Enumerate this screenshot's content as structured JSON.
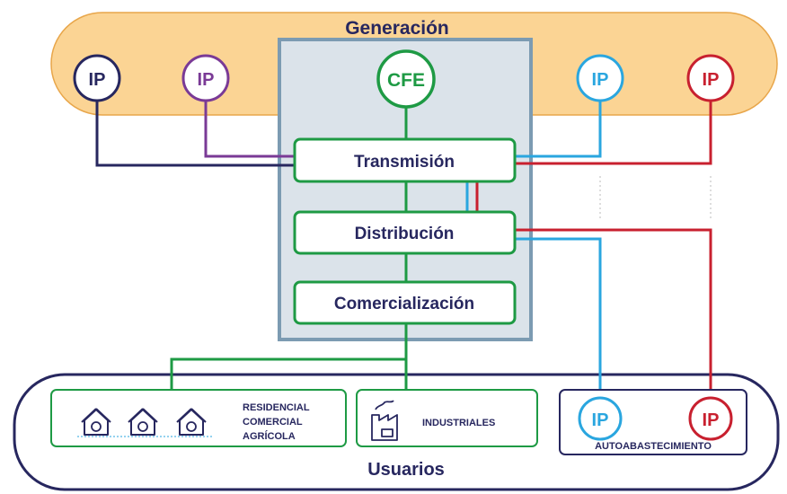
{
  "generation": {
    "title": "Generación"
  },
  "plants": {
    "ip_navy": "IP",
    "ip_purple": "IP",
    "cfe": "CFE",
    "ip_blue": "IP",
    "ip_red": "IP"
  },
  "chain": {
    "transmission": "Transmisión",
    "distribution": "Distribución",
    "commercialization": "Comercialización"
  },
  "users": {
    "title": "Usuarios",
    "residential_lines": [
      "RESIDENCIAL",
      "COMERCIAL",
      "AGRÍCOLA"
    ],
    "industrial": "INDUSTRIALES",
    "self_supply": "AUTOABASTECIMIENTO",
    "ip_blue": "IP",
    "ip_red": "IP"
  },
  "colors": {
    "navy": "#27275f",
    "purple": "#7a3a96",
    "green": "#1e9a44",
    "blue": "#2aa6df",
    "red": "#c8202f",
    "generation_fill": "#fbd494",
    "core_fill": "#dbe3ea",
    "core_border": "#7c9bb2",
    "users_border": "#27275f"
  },
  "icons": {
    "house": "house-outlet-icon",
    "factory": "factory-icon"
  }
}
